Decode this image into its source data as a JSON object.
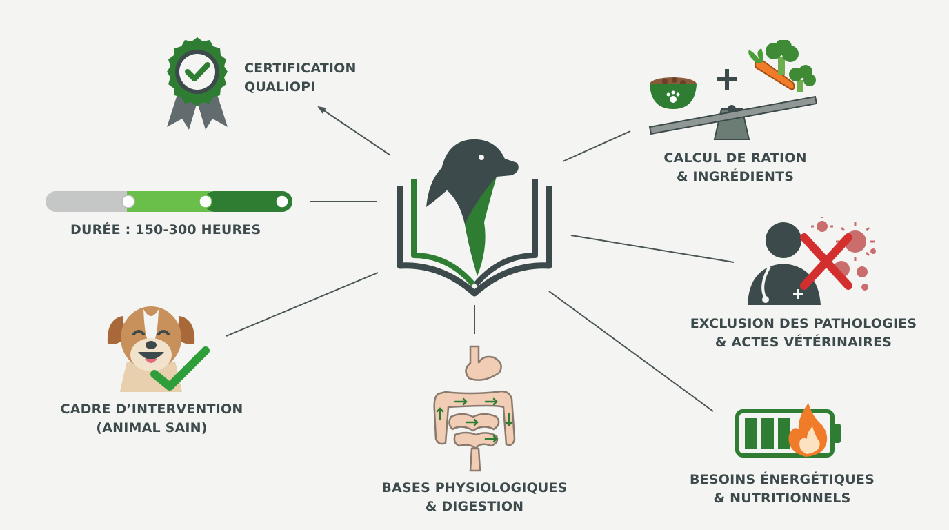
{
  "colors": {
    "dark": "#3d4a4c",
    "green": "#2e7d32",
    "light_green": "#6abf4b",
    "red": "#d32f2f",
    "tan": "#c8905a",
    "line": "#4a5556"
  },
  "nodes": {
    "center": {
      "icon": "book-dog-logo-icon"
    },
    "certification": {
      "icon": "award-ribbon-check-icon",
      "lines": [
        "CERTIFICATION",
        "QUALIOPI"
      ]
    },
    "duree": {
      "icon": "progress-bar-icon",
      "progress_levels": [
        0.33,
        0.66,
        1.0
      ],
      "lines": [
        "DURÉE : 150-300 HEURES"
      ]
    },
    "cadre": {
      "icon": "happy-dog-check-icon",
      "lines": [
        "CADRE D’INTERVENTION",
        "(ANIMAL SAIN)"
      ]
    },
    "bases": {
      "icon": "digestive-system-icon",
      "lines": [
        "BASES PHYSIOLOGIQUES",
        "& DIGESTION"
      ]
    },
    "calcul": {
      "icon": "bowl-vegetables-scale-icon",
      "lines": [
        "CALCUL DE RATION",
        "& INGRÉDIENTS"
      ]
    },
    "exclusion": {
      "icon": "vet-virus-cross-icon",
      "lines": [
        "EXCLUSION DES PATHOLOGIES",
        "& ACTES VÉTÉRINAIRES"
      ]
    },
    "besoins": {
      "icon": "battery-flame-icon",
      "lines": [
        "BESOINS ÉNERGÉTIQUES",
        "& NUTRITIONNELS"
      ]
    }
  }
}
